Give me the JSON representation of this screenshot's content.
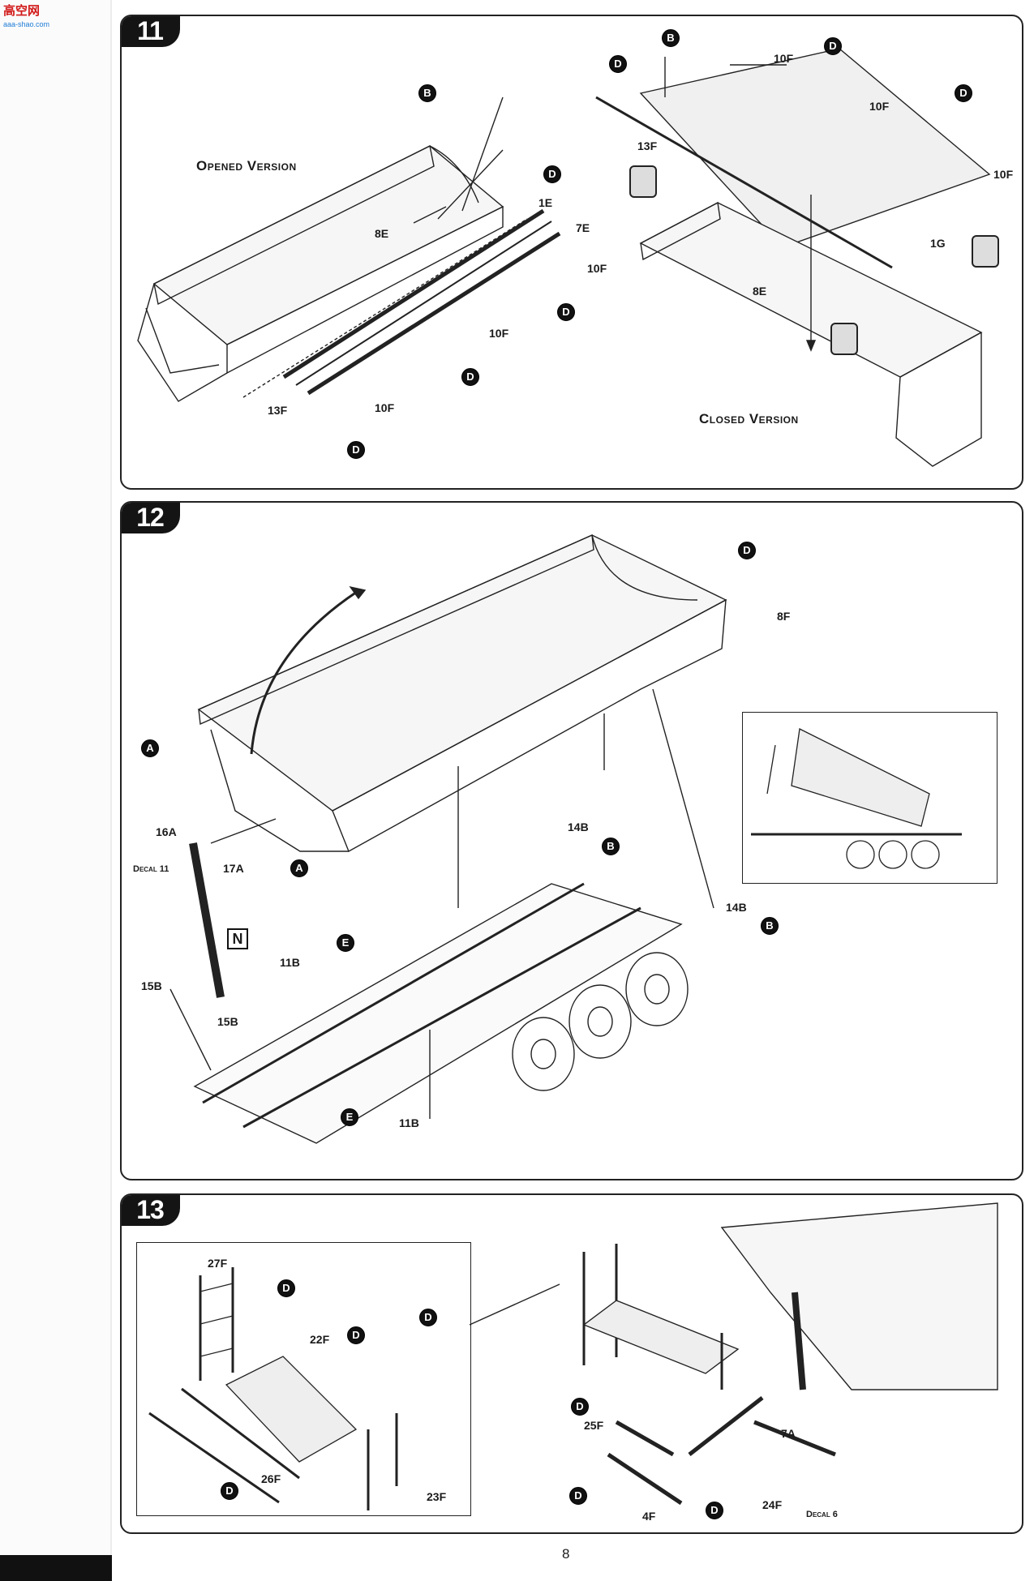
{
  "site_logo": {
    "main": "高空网",
    "sub": "aaa-shao.com"
  },
  "page_number": "8",
  "steps": [
    {
      "number": "11",
      "opened_title": "Opened Version",
      "closed_title": "Closed Version",
      "parts": {
        "p8e_a": "8E",
        "p8e_b": "8E",
        "p1e": "1E",
        "p7e": "7E",
        "p10f_1": "10F",
        "p10f_2": "10F",
        "p10f_3": "10F",
        "p10f_4": "10F",
        "p10f_5": "10F",
        "p10f_6": "10F",
        "p13f_a": "13F",
        "p13f_b": "13F",
        "p1g": "1G"
      },
      "sprues": {
        "b1": "B",
        "b2": "B",
        "d1": "D",
        "d2": "D",
        "d3": "D",
        "d4": "D",
        "d5": "D",
        "d6": "D",
        "d7": "D"
      }
    },
    {
      "number": "12",
      "parts": {
        "p8f": "8F",
        "p14b_a": "14B",
        "p14b_b": "14B",
        "p16a": "16A",
        "p17a": "17A",
        "p15b_a": "15B",
        "p15b_b": "15B",
        "p11b_a": "11B",
        "p11b_b": "11B"
      },
      "decal": "Decal 11",
      "marker": "N",
      "sprues": {
        "d1": "D",
        "a1": "A",
        "a2": "A",
        "b1": "B",
        "b2": "B",
        "e1": "E",
        "e2": "E"
      }
    },
    {
      "number": "13",
      "parts": {
        "p27f": "27F",
        "p22f": "22F",
        "p26f": "26F",
        "p23f": "23F",
        "p25f": "25F",
        "p4f": "4F",
        "p24f": "24F",
        "p7a": "7A"
      },
      "decal": "Decal 6",
      "sprues": {
        "d1": "D",
        "d2": "D",
        "d3": "D",
        "d4": "D",
        "d5": "D",
        "d6": "D",
        "d7": "D"
      }
    }
  ]
}
